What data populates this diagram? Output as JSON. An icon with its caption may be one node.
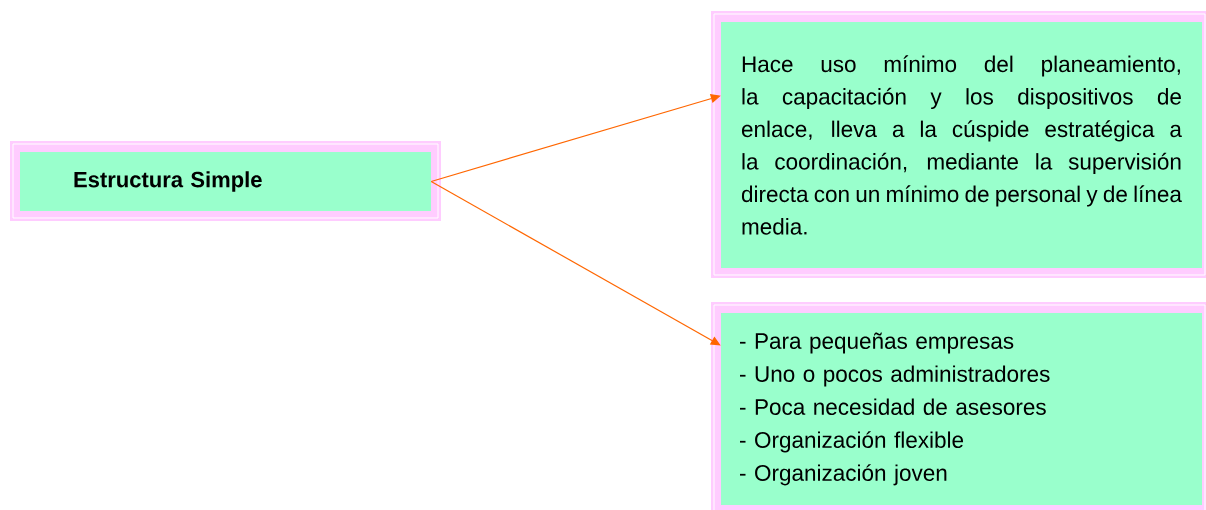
{
  "diagram": {
    "nodes": [
      {
        "text": [
          "Estructura Simple"
        ]
      },
      {
        "text": [
          "Hace uso mínimo del planeamiento, la capacitación y los dispositivos de enlace, lleva a la cúspide estratégica a la coordinación, mediante la supervisión directa con un mínimo de personal y de línea media."
        ]
      },
      {
        "text": [
          "- Para pequeñas empresas",
          "- Uno o pocos administradores",
          "- Poca necesidad de asesores",
          "- Organización flexible",
          "- Organización joven"
        ]
      }
    ],
    "edges": [
      {
        "from": 0,
        "to": 1,
        "arrow": "to"
      },
      {
        "from": 0,
        "to": 2,
        "arrow": "to"
      }
    ]
  }
}
